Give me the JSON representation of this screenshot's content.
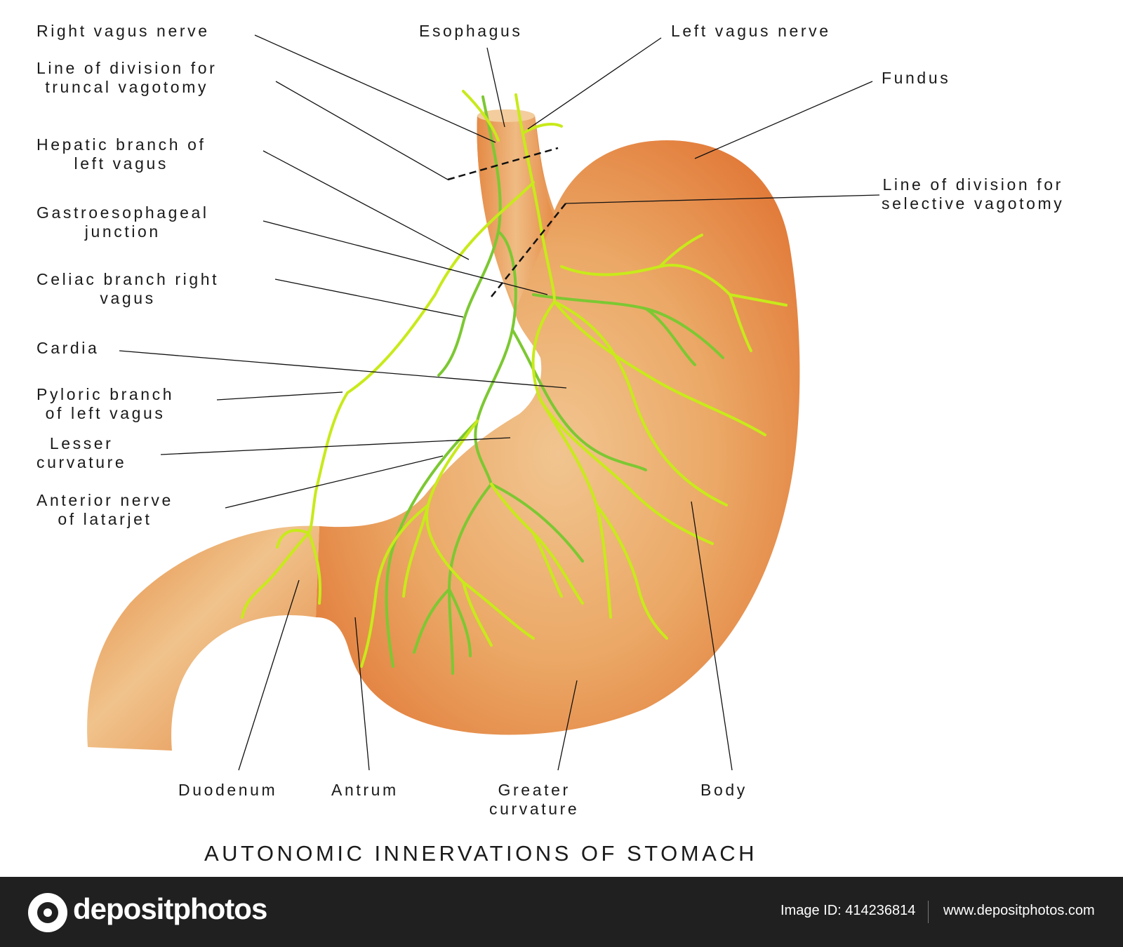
{
  "title": "AUTONOMIC INNERVATIONS OF STOMACH",
  "labels": {
    "right_vagus": "Right vagus nerve",
    "esophagus": "Esophagus",
    "left_vagus": "Left vagus nerve",
    "truncal_line": "Line of division for\ntruncal vagotomy",
    "fundus": "Fundus",
    "hepatic_branch": "Hepatic branch of\nleft vagus",
    "selective_line": "Line of division for\nselective vagotomy",
    "ge_junction": "Gastroesophageal\njunction",
    "celiac_branch": "Celiac branch right\nvagus",
    "cardia": "Cardia",
    "pyloric_branch": "Pyloric branch\nof left vagus",
    "lesser_curvature": "Lesser\ncurvature",
    "anterior_nerve": "Anterior nerve\nof latarjet",
    "duodenum": "Duodenum",
    "antrum": "Antrum",
    "greater_curvature": "Greater\ncurvature",
    "body": "Body"
  },
  "footer": {
    "brand": "depositphotos",
    "image_id": "Image ID: 414236814",
    "site": "www.depositphotos.com"
  },
  "colors": {
    "stomach_light": "#f1c590",
    "stomach_dark": "#e27c3b",
    "nerve_yellow": "#c8ea1a",
    "nerve_green": "#7cc832",
    "footer_bg": "#202020"
  }
}
